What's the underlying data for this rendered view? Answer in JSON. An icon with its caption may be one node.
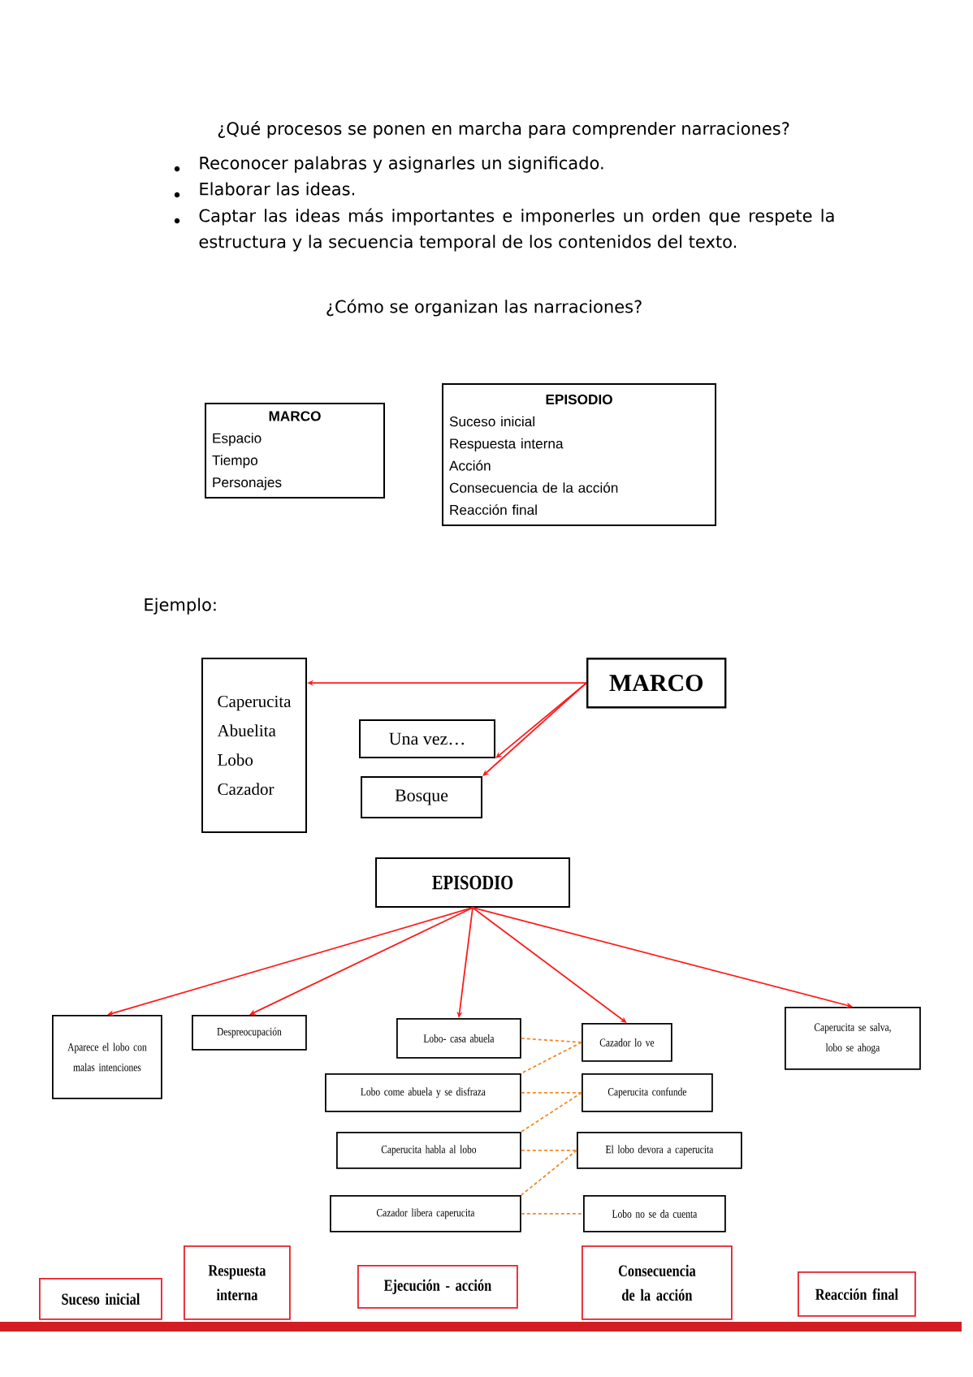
{
  "diagram": {
    "title": "¿Qué procesos se ponen en marcha para comprender narraciones?",
    "nodes": [
      {
        "text": [
          "MARCO",
          "Espacio",
          "Tiempo",
          "Personajes"
        ]
      },
      {
        "text": [
          "EPISODIO",
          "Suceso inicial",
          "Respuesta interna",
          "Acción",
          "Consecuencia de la acción",
          "Reacción final"
        ]
      },
      {
        "text": [
          "Caperucita",
          "Abuelita",
          "Lobo",
          "Cazador"
        ]
      },
      {
        "text": [
          "MARCO"
        ]
      },
      {
        "text": [
          "Una vez…"
        ]
      },
      {
        "text": [
          "Bosque"
        ]
      },
      {
        "text": [
          "EPISODIO"
        ]
      },
      {
        "text": [
          "Aparece el lobo con malas intenciones"
        ]
      },
      {
        "text": [
          "Despreocupación"
        ]
      },
      {
        "text": [
          "Lobo- casa abuela"
        ]
      },
      {
        "text": [
          "Cazador lo ve"
        ]
      },
      {
        "text": [
          "Caperucita se salva, lobo se ahoga"
        ]
      },
      {
        "text": [
          "Lobo come abuela y se disfraza"
        ]
      },
      {
        "text": [
          "Caperucita confunde"
        ]
      },
      {
        "text": [
          "Caperucita habla al lobo"
        ]
      },
      {
        "text": [
          "El lobo devora a caperucita"
        ]
      },
      {
        "text": [
          "Cazador libera caperucita"
        ]
      },
      {
        "text": [
          "Lobo no se da cuenta"
        ]
      },
      {
        "text": [
          "Suceso inicial"
        ]
      },
      {
        "text": [
          "Respuesta interna"
        ]
      },
      {
        "text": [
          "Ejecución - acción"
        ]
      },
      {
        "text": [
          "Consecuencia de la acción"
        ]
      },
      {
        "text": [
          "Reacción final"
        ]
      }
    ],
    "edges": [
      {
        "from": 3,
        "to": 2,
        "arrow": "to"
      },
      {
        "from": 3,
        "to": 4,
        "arrow": "to"
      },
      {
        "from": 3,
        "to": 5,
        "arrow": "to"
      },
      {
        "from": 6,
        "to": 7,
        "arrow": "to"
      },
      {
        "from": 6,
        "to": 8,
        "arrow": "to"
      },
      {
        "from": 6,
        "to": 9,
        "arrow": "to"
      },
      {
        "from": 6,
        "to": 10,
        "arrow": "to"
      },
      {
        "from": 6,
        "to": 11,
        "arrow": "to"
      },
      {
        "from": 9,
        "to": 10,
        "arrow": "none",
        "style": "dashed",
        "color": "#f08a24"
      },
      {
        "from": 10,
        "to": 12,
        "arrow": "none",
        "style": "dashed",
        "color": "#f08a24"
      },
      {
        "from": 12,
        "to": 13,
        "arrow": "none",
        "style": "dashed",
        "color": "#f08a24"
      },
      {
        "from": 13,
        "to": 14,
        "arrow": "none",
        "style": "dashed",
        "color": "#f08a24"
      },
      {
        "from": 14,
        "to": 15,
        "arrow": "none",
        "style": "dashed",
        "color": "#f08a24"
      },
      {
        "from": 15,
        "to": 16,
        "arrow": "none",
        "style": "dashed",
        "color": "#f08a24"
      },
      {
        "from": 16,
        "to": 17,
        "arrow": "none",
        "style": "dashed",
        "color": "#f08a24"
      }
    ],
    "labels": [
      "Reconocer palabras y asignarles un significado.",
      "Elaborar las ideas.",
      "Captar las ideas más importantes e imponerles un orden que respete la estructura y la secuencia temporal de los contenidos del texto.",
      "¿Cómo se organizan las narraciones?",
      "Ejemplo:"
    ]
  }
}
